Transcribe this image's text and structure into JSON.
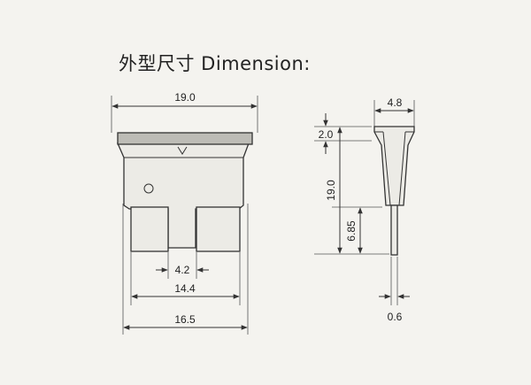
{
  "title": "外型尺寸 Dimension:",
  "front_view": {
    "overall_width": "19.0",
    "terminal_gap": "4.2",
    "terminal_span": "14.4",
    "base_width": "16.5"
  },
  "side_view": {
    "top_width": "4.8",
    "cap_height": "2.0",
    "body_height": "19.0",
    "blade_length": "6.85",
    "blade_thickness": "0.6"
  }
}
